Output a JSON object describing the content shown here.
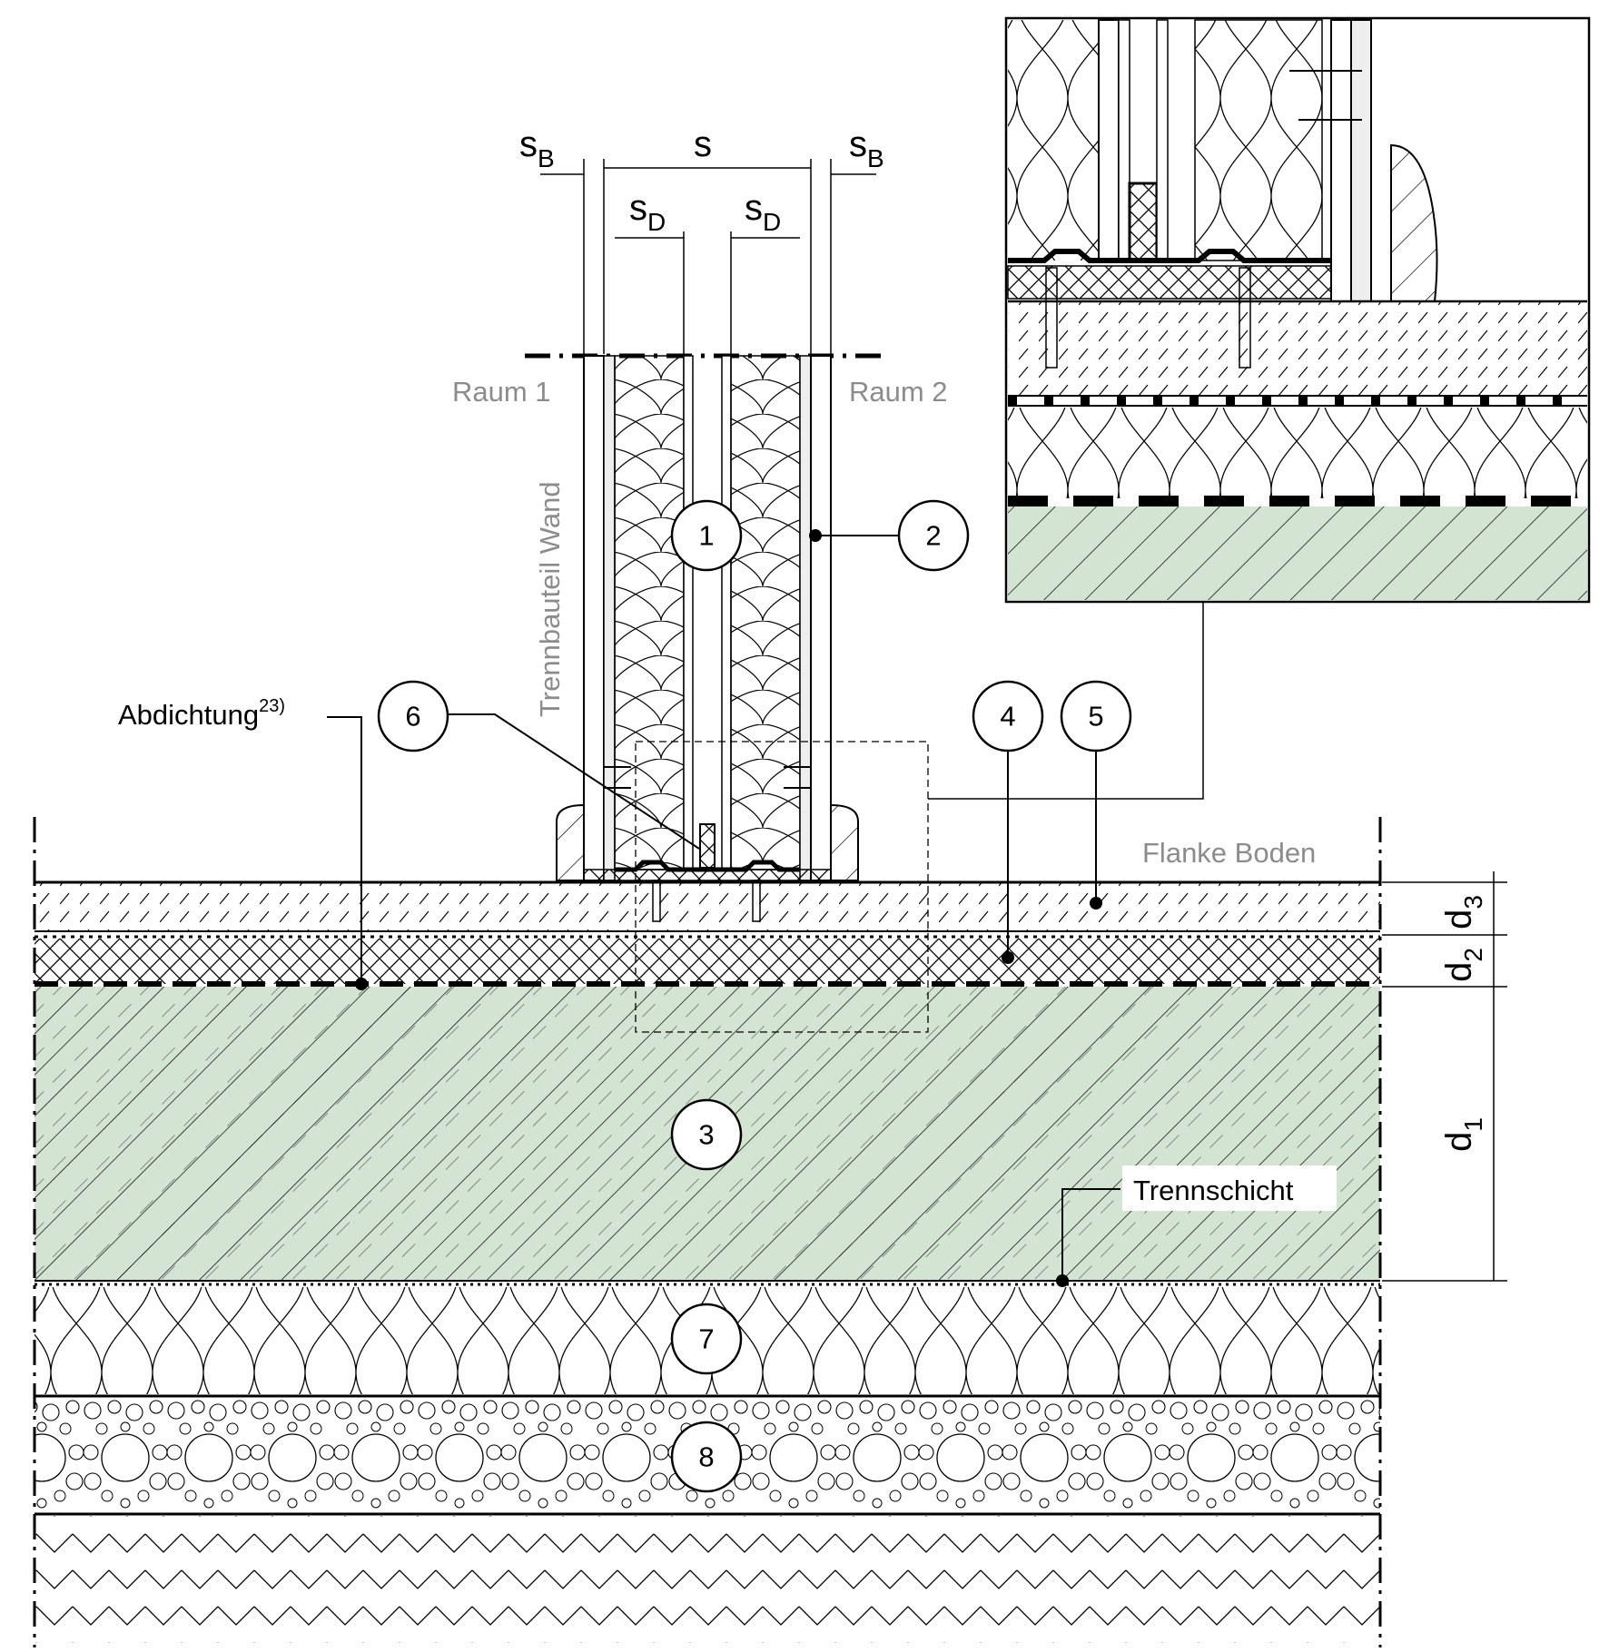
{
  "dimensions": {
    "s": "s",
    "s_b": "s",
    "s_b_sub": "B",
    "s_d": "s",
    "s_d_sub": "D",
    "d": "d",
    "d1_sub": "1",
    "d2_sub": "2",
    "d3_sub": "3"
  },
  "rooms": {
    "left": "Raum 1",
    "right": "Raum 2"
  },
  "labels": {
    "wall": "Trennbauteil Wand",
    "floor_flank": "Flanke Boden",
    "sealing": "Abdichtung",
    "sealing_ref": "23)",
    "separation": "Trennschicht"
  },
  "markers": [
    "1",
    "2",
    "3",
    "4",
    "5",
    "6",
    "7",
    "8"
  ],
  "colors": {
    "concrete": "#d3e4d2",
    "line": "#000000",
    "grey_text": "#8c8c8c"
  }
}
